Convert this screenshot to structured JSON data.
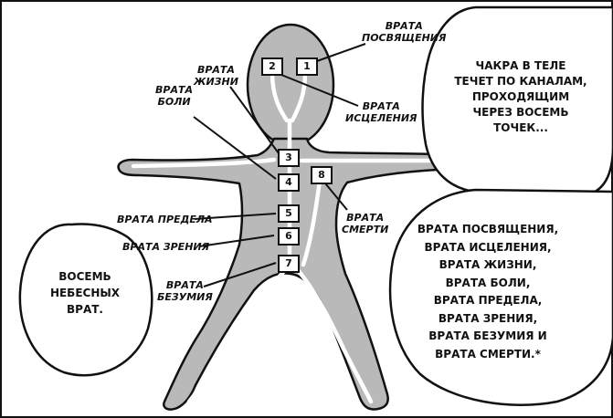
{
  "colors": {
    "ink": "#111111",
    "body_fill": "#b9b9b9",
    "channel": "#ffffff",
    "paper": "#ffffff"
  },
  "gates": [
    {
      "number": "1",
      "label_lines": [
        "ВРАТА",
        "ПОСВЯЩЕНИЯ"
      ]
    },
    {
      "number": "2",
      "label_lines": [
        "ВРАТА",
        "ИСЦЕЛЕНИЯ"
      ]
    },
    {
      "number": "3",
      "label_lines": [
        "ВРАТА",
        "ЖИЗНИ"
      ]
    },
    {
      "number": "4",
      "label_lines": [
        "ВРАТА",
        "БОЛИ"
      ]
    },
    {
      "number": "5",
      "label_lines": [
        "ВРАТА ПРЕДЕЛА"
      ]
    },
    {
      "number": "6",
      "label_lines": [
        "ВРАТА ЗРЕНИЯ"
      ]
    },
    {
      "number": "7",
      "label_lines": [
        "ВРАТА",
        "БЕЗУМИЯ"
      ]
    },
    {
      "number": "8",
      "label_lines": [
        "ВРАТА",
        "СМЕРТИ"
      ]
    }
  ],
  "bubbles": {
    "top_right": [
      "ЧАКРА В ТЕЛЕ",
      "ТЕЧЕТ ПО КАНАЛАМ,",
      "ПРОХОДЯЩИМ",
      "ЧЕРЕЗ ВОСЕМЬ",
      "ТОЧЕК..."
    ],
    "left": [
      "ВОСЕМЬ",
      "НЕБЕСНЫХ",
      "ВРАТ."
    ],
    "bottom_right": [
      "ВРАТА ПОСВЯЩЕНИЯ,",
      "ВРАТА ИСЦЕЛЕНИЯ,",
      "ВРАТА ЖИЗНИ,",
      "ВРАТА БОЛИ,",
      "ВРАТА ПРЕДЕЛА,",
      "ВРАТА ЗРЕНИЯ,",
      "ВРАТА БЕЗУМИЯ И",
      "ВРАТА СМЕРТИ.*"
    ]
  }
}
